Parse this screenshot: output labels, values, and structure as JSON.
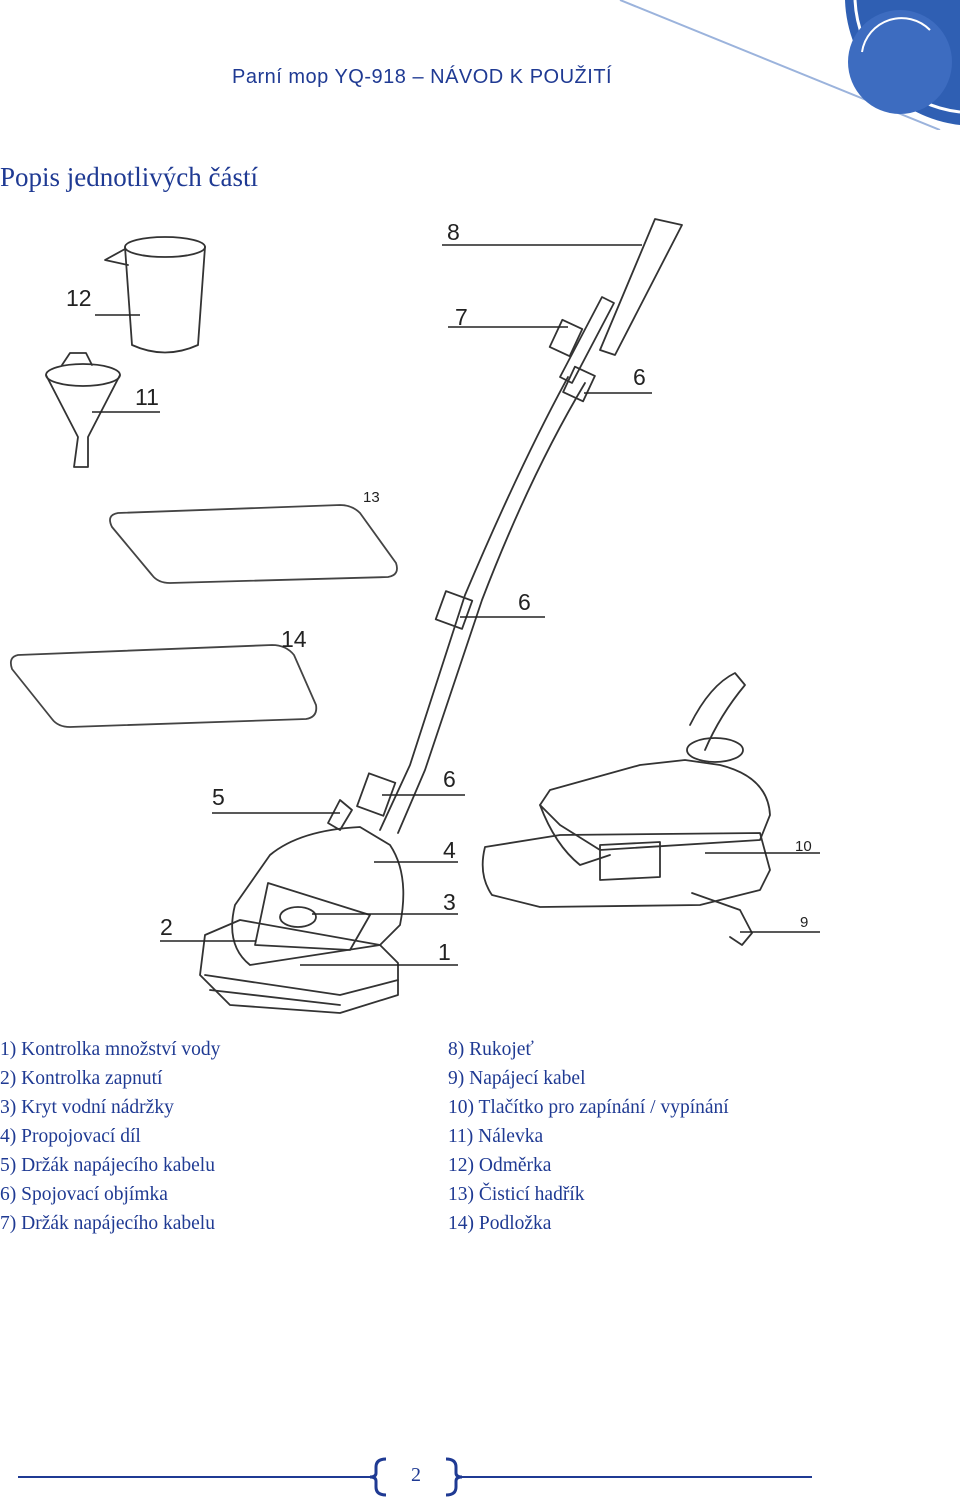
{
  "header": {
    "text": "Parní mop YQ-918 – NÁVOD K POUŽITÍ"
  },
  "section": {
    "title": "Popis jednotlivých částí"
  },
  "callouts": {
    "c1": "1",
    "c2": "2",
    "c3": "3",
    "c4": "4",
    "c5": "5",
    "c6a": "6",
    "c6b": "6",
    "c6c": "6",
    "c7": "7",
    "c8": "8",
    "c9": "9",
    "c10": "10",
    "c11": "11",
    "c12": "12",
    "c13": "13",
    "c14": "14"
  },
  "parts_left": [
    "1) Kontrolka množství vody",
    "2) Kontrolka zapnutí",
    "3) Kryt vodní nádržky",
    "4) Propojovací díl",
    "5) Držák napájecího kabelu",
    "6) Spojovací objímka",
    "7) Držák napájecího kabelu"
  ],
  "parts_right": [
    "8) Rukojeť",
    "9) Napájecí kabel",
    "10) Tlačítko pro zapínání / vypínání",
    "11) Nálevka",
    "12) Odměrka",
    "13) Čisticí hadřík",
    "14) Podložka"
  ],
  "footer": {
    "page_number": "2"
  }
}
